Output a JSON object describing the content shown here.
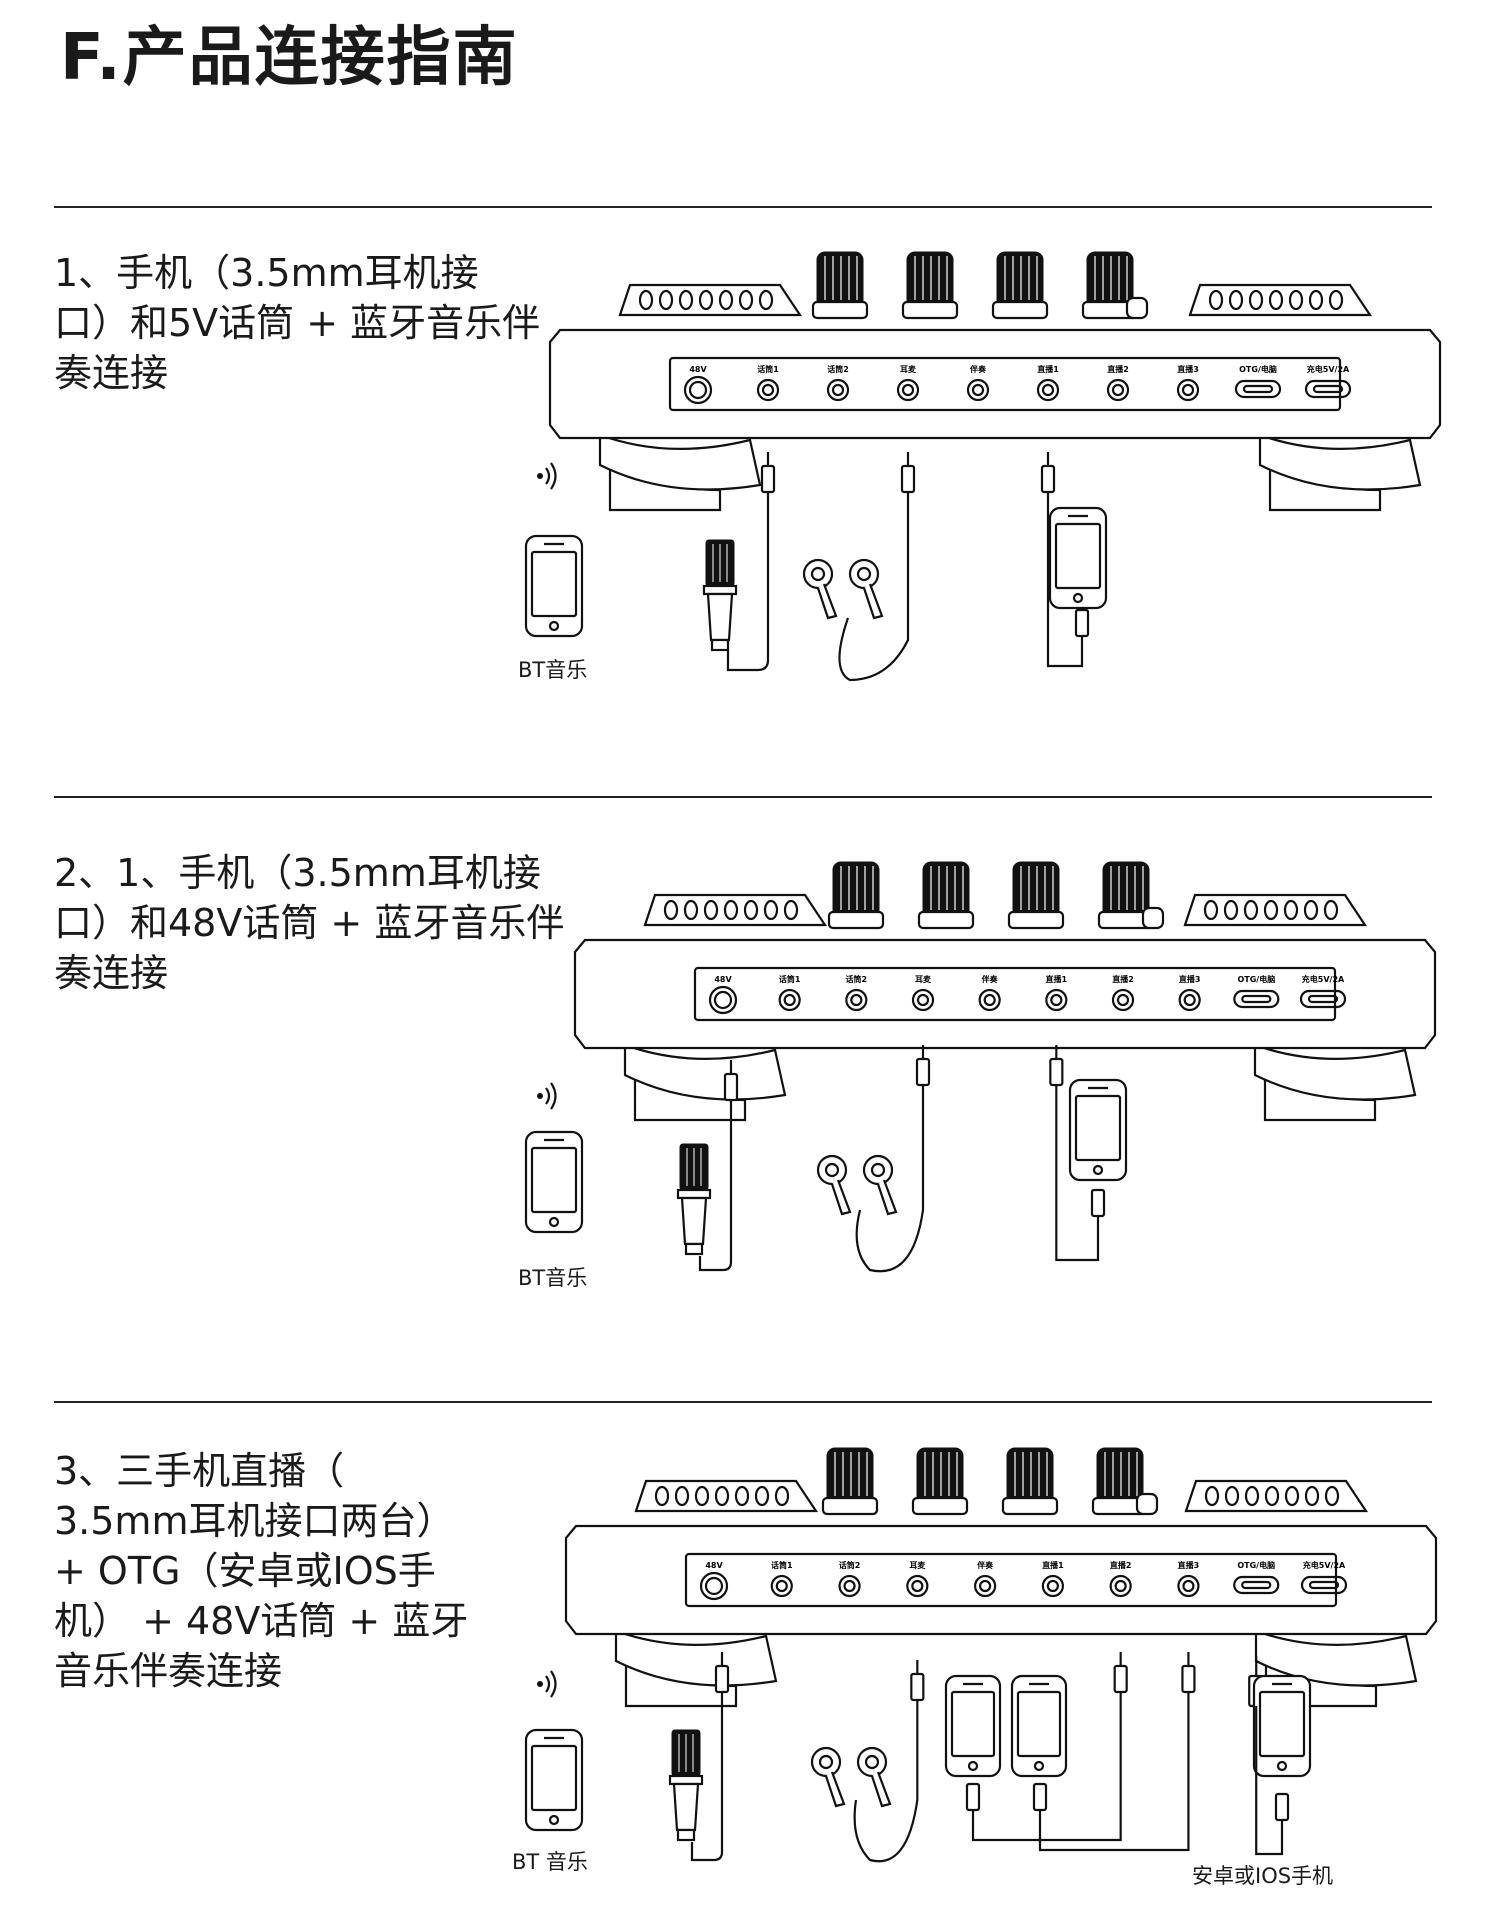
{
  "page_title": "F.产品连接指南",
  "sections": [
    {
      "text": "1、手机（3.5mm耳机接\n口）和5V话筒 + 蓝牙音乐伴\n奏连接",
      "bt_caption": "BT音乐"
    },
    {
      "text": "2、1、手机（3.5mm耳机接\n口）和48V话筒 + 蓝牙音乐伴\n奏连接",
      "bt_caption": "BT音乐"
    },
    {
      "text": "3、三手机直播（\n3.5mm耳机接口两台）\n+ OTG（安卓或IOS手\n机） + 48V话筒 + 蓝牙\n音乐伴奏连接",
      "bt_caption": "BT 音乐",
      "phone_caption": "安卓或IOS手机"
    }
  ],
  "panel_ports": [
    "48V",
    "话筒1",
    "话筒2",
    "耳麦",
    "伴奏",
    "直播1",
    "直播2",
    "直播3",
    "OTG/电脑",
    "充电5V/2A"
  ]
}
